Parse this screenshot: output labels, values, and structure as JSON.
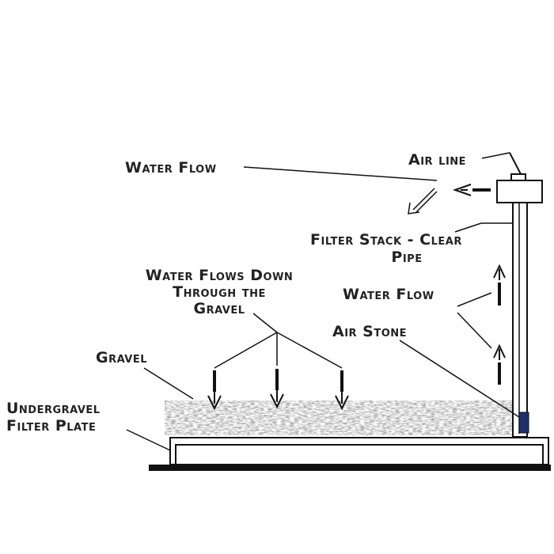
{
  "labels": {
    "water_flow_top": "Water Flow",
    "air_line": "Air line",
    "filter_stack_line1": "Filter Stack - Clear",
    "filter_stack_line2": "Pipe",
    "water_flows_down_line1": "Water Flows Down",
    "water_flows_down_line2": "Through the",
    "water_flows_down_line3": "Gravel",
    "water_flow_mid": "Water Flow",
    "air_stone": "Air Stone",
    "gravel": "Gravel",
    "undergravel_line1": "Undergravel",
    "undergravel_line2": "Filter Plate"
  },
  "colors": {
    "line": "#111111",
    "text": "#222222",
    "gravel": "#8a8a8a",
    "air_stone": "#1c2f6e"
  }
}
